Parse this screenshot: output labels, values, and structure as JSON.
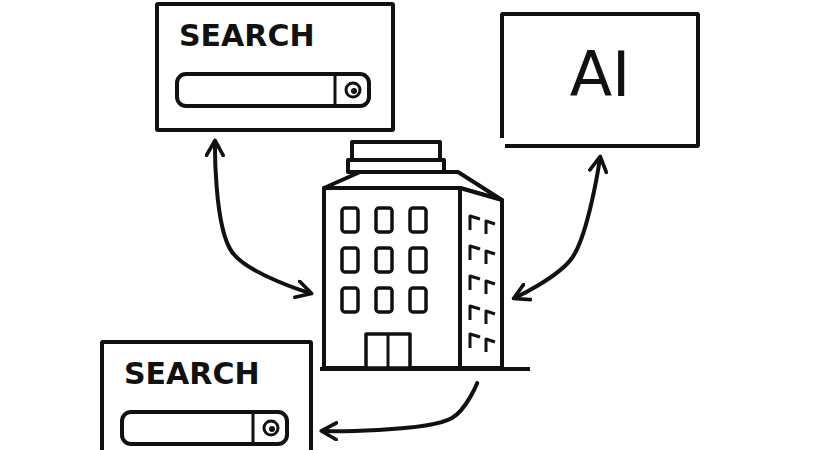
{
  "diagram": {
    "nodes": [
      {
        "text": [
          "SEARCH"
        ]
      },
      {
        "text": [
          "AI"
        ]
      },
      {
        "text": []
      },
      {
        "text": [
          "SEARCH"
        ]
      }
    ],
    "edges": [
      {
        "from": 0,
        "to": 2,
        "arrow": "both"
      },
      {
        "from": 1,
        "to": 2,
        "arrow": "both"
      },
      {
        "from": 2,
        "to": 3,
        "arrow": "to"
      }
    ]
  }
}
